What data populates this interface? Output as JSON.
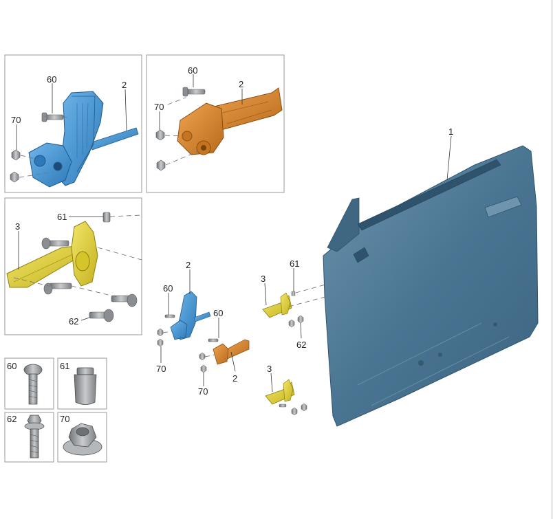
{
  "labels": {
    "door": "1",
    "check_strap": "2",
    "hinge": "3",
    "bolt": "60",
    "nut_cap": "61",
    "flange_bolt": "62",
    "flange_nut": "70"
  },
  "colors": {
    "door_body": "#4a7592",
    "door_dark": "#2f536c",
    "check_strap_blue": "#3c8fd0",
    "check_strap_orange": "#d9852a",
    "hinge_yellow": "#e3d234",
    "fastener_grey": "#9a9ea3",
    "frame": "#9a9a9a"
  }
}
